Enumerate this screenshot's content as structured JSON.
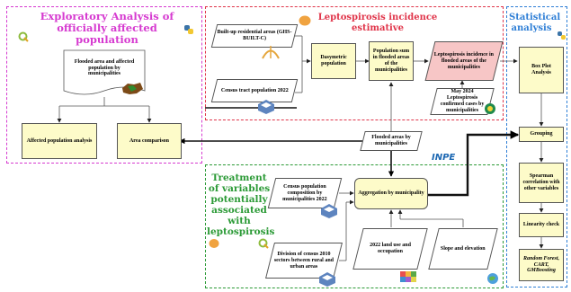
{
  "panels": {
    "exploratory": "Exploratory Analysis of officially affected population",
    "incidence": "Leptospirosis incidence estimative",
    "statistical": "Statistical analysis",
    "treatment": "Treatment of variables potentially associated with leptospirosis"
  },
  "boxes": {
    "flooded_affected": "Flooded area and affected population by municipalities",
    "affected_analysis": "Affected population analysis",
    "area_comparison": "Area comparison",
    "builtup": "Built-up residential areas (GHS-BUILT-C)",
    "census_tract": "Census tract population 2022",
    "dasymetric": "Dasymetric population",
    "pop_sum": "Population sum in flooded areas of the municipalities",
    "incidence_est": "Leptospirosis incidence in flooded areas of the municipalities",
    "confirmed": "May 2024 Leptospirosis confirmed cases by municipalities",
    "flooded_areas": "Flooded areas by municipalities",
    "box_plot": "Box Plot Analysis",
    "grouping": "Grouping",
    "spearman": "Spearman correlation with other variables",
    "linearity": "Linearity check",
    "models": "Random Forest, CART, GMBoosting",
    "census_comp": "Census population composition by municipalities 2022",
    "aggregation": "Aggregation by municipality",
    "division": "Division of census 2010 sectors between rural and urban areas",
    "land_use": "2022 land use and occupation",
    "slope": "Slope and elevation"
  },
  "logos": {
    "inpe": "INPE"
  },
  "colors": {
    "magenta": "#d63ad0",
    "red": "#e0354a",
    "blue": "#2f7fd6",
    "green": "#2b9a36",
    "box_yellow": "#fdfbc9",
    "box_pink": "#f7c6c6"
  }
}
